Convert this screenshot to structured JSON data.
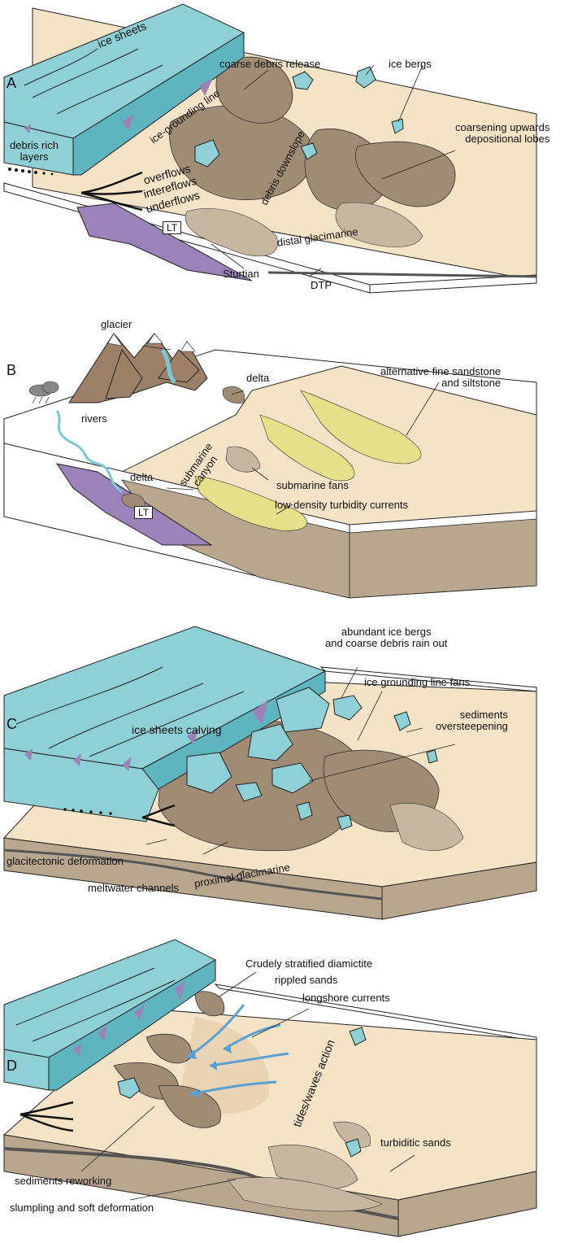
{
  "colors": {
    "ice": "#8fd0d6",
    "ice_dark": "#5fb5bf",
    "seafloor": "#f5e3c8",
    "debris": "#a08b74",
    "debris_light": "#c8b7a0",
    "fan_yellow": "#e6e08a",
    "lt_purple": "#9b82b8",
    "box_side": "#ffffff",
    "sediment": "#b9a68e",
    "mountain": "#9c8068",
    "river": "#7cc7d2",
    "current_arrow": "#5aa0d4"
  },
  "panels": [
    {
      "id": "A",
      "letter": "A",
      "labels": {
        "ice_sheets": "ice sheets",
        "coarse_debris_release": "coarse debris release",
        "ice_bergs": "ice bergs",
        "ice_grounding_line": "ice-grounding line",
        "debris_rich_layers": "debris rich\nlayers",
        "coarsening_upwards": "coarsening upwards\ndepositional lobes",
        "debris_downslope": "debris downslope",
        "overflows": "overflows",
        "intereflows": "intereflows",
        "underflows": "underflows",
        "lt": "LT",
        "distal_glacimarine": "distal glacimarine",
        "sturtian": "Sturtian",
        "dtp": "DTP"
      }
    },
    {
      "id": "B",
      "letter": "B",
      "labels": {
        "glacier": "glacier",
        "delta_top": "delta",
        "alternative_fine": "alternative fine sandstone\nand siltstone",
        "rivers": "rivers",
        "delta_bottom": "delta",
        "submarine_canyon": "submarine\ncanyon",
        "submarine_fans": "submarine fans",
        "low_density": "low density turbidity currents",
        "lt": "LT"
      }
    },
    {
      "id": "C",
      "letter": "C",
      "labels": {
        "abundant_ice_bergs": "abundant ice bergs\nand coarse debris rain out",
        "ice_grounding_line_fans": "ice grounding line fans",
        "sediments_oversteepening": "sediments\noversteepening",
        "ice_sheets_calving": "ice sheets calving",
        "glacitectonic": "glacitectonic deformation",
        "proximal_glacimarine": "proximal glacimarine",
        "meltwater_channels": "meltwater channels"
      }
    },
    {
      "id": "D",
      "letter": "D",
      "labels": {
        "crudely_stratified": "Crudely stratified diamictite",
        "rippled_sands": "rippled sands",
        "longshore_currents": "longshore currents",
        "tides_waves": "tides/waves action",
        "turbiditic_sands": "turbiditic sands",
        "sediments_reworking": "sediments reworking",
        "slumpling": "slumpling and soft deformation"
      }
    }
  ]
}
